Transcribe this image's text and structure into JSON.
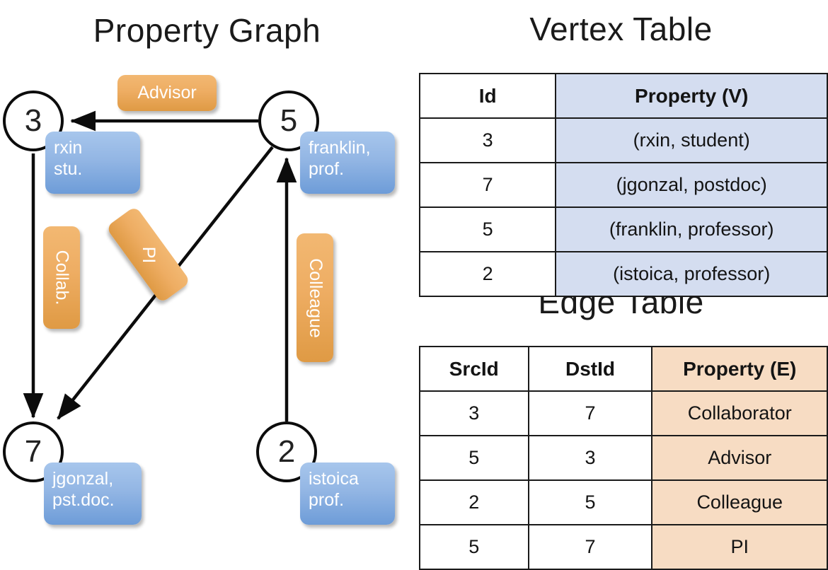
{
  "titles": {
    "property_graph": "Property Graph",
    "vertex_table": "Vertex Table",
    "edge_table": "Edge Table"
  },
  "colors": {
    "vertex_property_fill": "#d4ddf0",
    "edge_property_fill": "#f7dcc3",
    "node_property_box": "#93b6e4",
    "edge_label_box": "#eead63",
    "stroke": "#0c0c0c"
  },
  "graph": {
    "nodes": [
      {
        "id": "3",
        "property": "rxin\nstu."
      },
      {
        "id": "5",
        "property": "franklin,\nprof."
      },
      {
        "id": "7",
        "property": "jgonzal,\npst.doc."
      },
      {
        "id": "2",
        "property": "istoica\nprof."
      }
    ],
    "edge_labels": [
      {
        "name": "advisor",
        "text": "Advisor"
      },
      {
        "name": "collab",
        "text": "Collab."
      },
      {
        "name": "pi",
        "text": "PI"
      },
      {
        "name": "colleague",
        "text": "Colleague"
      }
    ],
    "edges": [
      {
        "src": "5",
        "dst": "3",
        "label": "Advisor"
      },
      {
        "src": "3",
        "dst": "7",
        "label": "Collab."
      },
      {
        "src": "5",
        "dst": "7",
        "label": "PI"
      },
      {
        "src": "2",
        "dst": "5",
        "label": "Colleague"
      }
    ]
  },
  "vertex_table": {
    "headers": [
      "Id",
      "Property (V)"
    ],
    "rows": [
      [
        "3",
        "(rxin, student)"
      ],
      [
        "7",
        "(jgonzal, postdoc)"
      ],
      [
        "5",
        "(franklin, professor)"
      ],
      [
        "2",
        "(istoica, professor)"
      ]
    ]
  },
  "edge_table": {
    "headers": [
      "SrcId",
      "DstId",
      "Property (E)"
    ],
    "rows": [
      [
        "3",
        "7",
        "Collaborator"
      ],
      [
        "5",
        "3",
        "Advisor"
      ],
      [
        "2",
        "5",
        "Colleague"
      ],
      [
        "5",
        "7",
        "PI"
      ]
    ]
  }
}
